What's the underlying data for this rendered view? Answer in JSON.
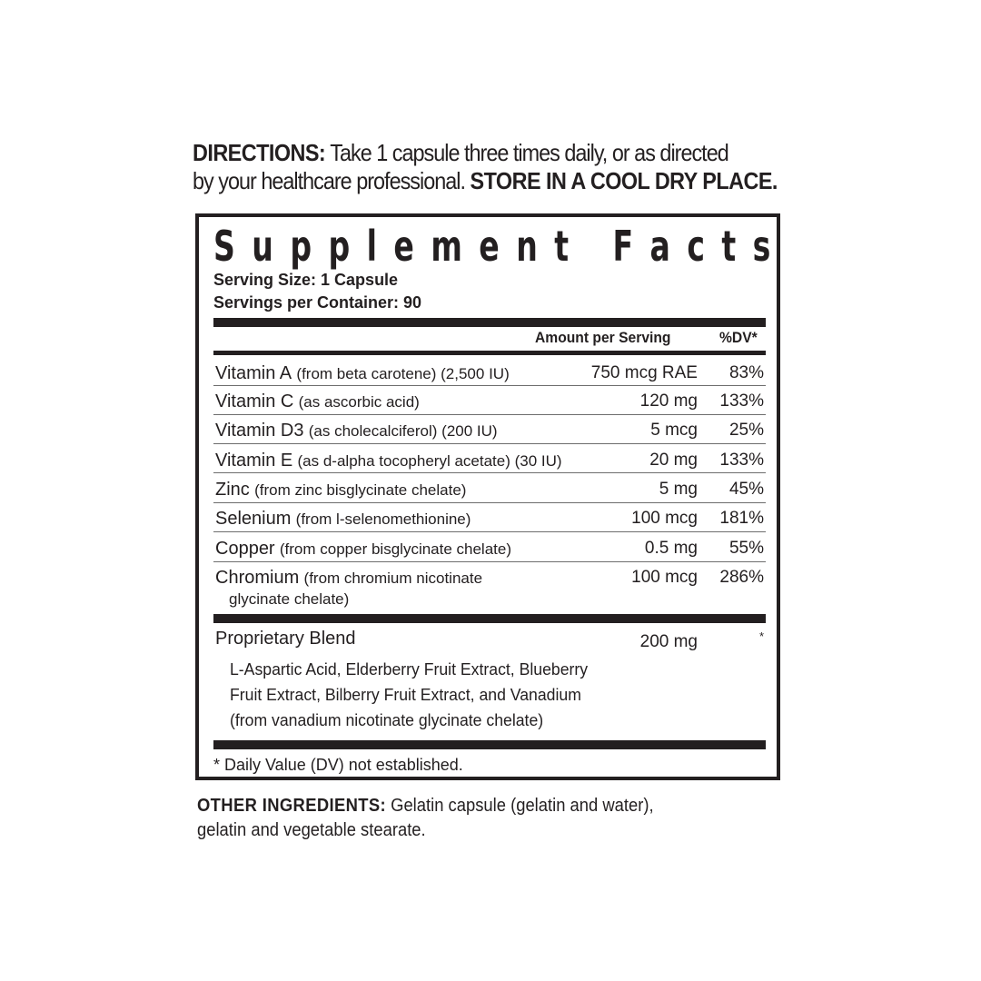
{
  "directions": {
    "label": "DIRECTIONS:",
    "text": "Take 1 capsule three times daily, or as directed",
    "text2": "by your healthcare professional.",
    "storage": "STORE IN A COOL DRY PLACE."
  },
  "panel": {
    "title": "Supplement Facts",
    "serving_size": "Serving Size: 1 Capsule",
    "servings_per_container": "Servings per Container: 90",
    "header_amount": "Amount per Serving",
    "header_dv": "%DV*",
    "nutrients": [
      {
        "name": "Vitamin A",
        "source": "(from beta carotene) (2,500 IU)",
        "amount": "750 mcg RAE",
        "dv": "83%"
      },
      {
        "name": "Vitamin C",
        "source": "(as ascorbic acid)",
        "amount": "120 mg",
        "dv": "133%"
      },
      {
        "name": "Vitamin D3",
        "source": "(as cholecalciferol) (200 IU)",
        "amount": "5 mcg",
        "dv": "25%"
      },
      {
        "name": "Vitamin E",
        "source": "(as d-alpha tocopheryl acetate) (30 IU)",
        "amount": "20 mg",
        "dv": "133%"
      },
      {
        "name": "Zinc",
        "source": "(from zinc bisglycinate chelate)",
        "amount": "5 mg",
        "dv": "45%"
      },
      {
        "name": "Selenium",
        "source": "(from l-selenomethionine)",
        "amount": "100 mcg",
        "dv": "181%"
      },
      {
        "name": "Copper",
        "source": "(from copper bisglycinate chelate)",
        "amount": "0.5 mg",
        "dv": "55%"
      },
      {
        "name": "Chromium",
        "source": "(from chromium nicotinate",
        "source2": "glycinate chelate)",
        "amount": "100 mcg",
        "dv": "286%"
      }
    ],
    "blend": {
      "name": "Proprietary Blend",
      "amount": "200 mg",
      "dv": "*",
      "ingredients_line1": "L-Aspartic Acid, Elderberry Fruit Extract, Blueberry",
      "ingredients_line2": "Fruit Extract, Bilberry Fruit Extract, and Vanadium",
      "ingredients_line3": "(from vanadium nicotinate glycinate chelate)"
    },
    "footnote": "* Daily Value (DV) not established."
  },
  "other_ingredients": {
    "label": "OTHER INGREDIENTS:",
    "text": "Gelatin capsule (gelatin and water),",
    "text2": "gelatin and vegetable stearate."
  }
}
